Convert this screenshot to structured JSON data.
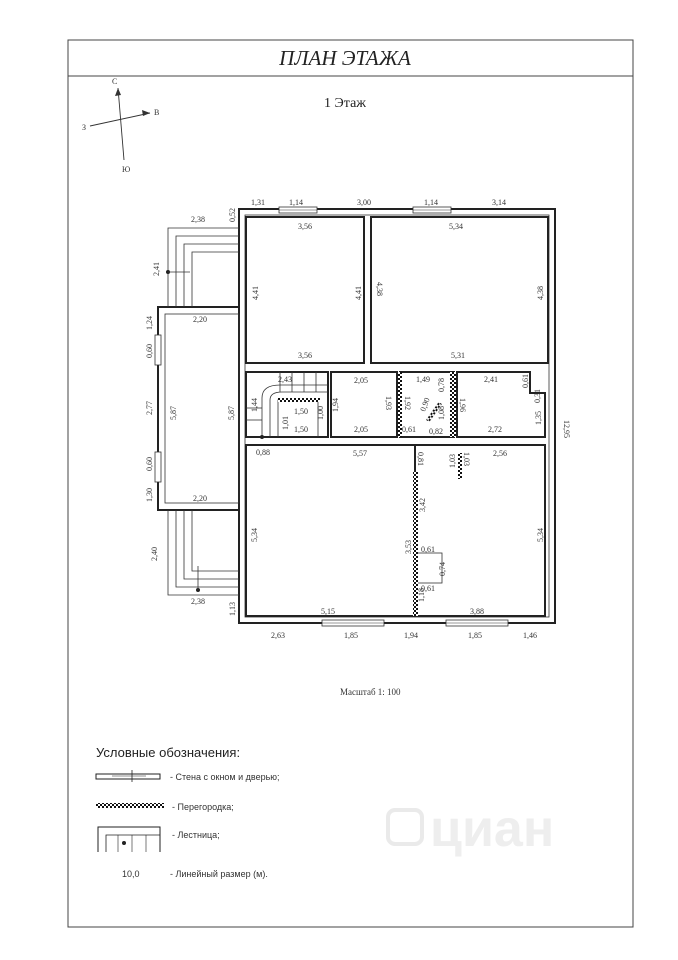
{
  "title": "ПЛАН ЭТАЖА",
  "floor": "1 Этаж",
  "compass": {
    "n": "С",
    "e": "В",
    "s": "Ю",
    "w": "З"
  },
  "scale": "Масштаб 1: 100",
  "legend": {
    "heading": "Условные обозначения:",
    "wall": "- Стена с окном и дверью;",
    "partition": "- Перегородка;",
    "stairs": "- Лестница;",
    "linear_sample": "10,0",
    "linear": "- Линейный размер (м)."
  },
  "watermark": "циан",
  "dims": {
    "top_1": "1,31",
    "top_2": "1,14",
    "top_3": "3,00",
    "top_4": "1,14",
    "top_5": "3,14",
    "r1_top": "3,56",
    "r1_left": "4,41",
    "r1_right": "4,41",
    "r1_bottom": "3,56",
    "r2_top": "5,34",
    "r2_left": "4,38",
    "r2_right": "4,38",
    "r2_bottom": "5,31",
    "porch_top_w": "2,38",
    "porch_top_gap": "0,52",
    "porch_top_h": "2,41",
    "ver_top": "2,20",
    "ver_bottom": "2,20",
    "ver_left": "5,87",
    "ver_right": "5,87",
    "side_1": "1,24",
    "side_2": "0,60",
    "side_3": "2,77",
    "side_4": "0,60",
    "side_5": "1,30",
    "side_6": "2,40",
    "porch_bot_w": "2,38",
    "st_1": "2,43",
    "st_2": "1,44",
    "st_3": "1,50",
    "st_4": "1,00",
    "st_5": "1,50",
    "st_6": "1,01",
    "mid_1": "2,05",
    "mid_2": "1,94",
    "mid_3": "2,05",
    "mid_4": "1,93",
    "bath_1": "1,49",
    "bath_2": "1,92",
    "bath_3": "0,90",
    "bath_4": "0,78",
    "bath_5": "0,61",
    "bath_6": "0,82",
    "bath_7": "1,08",
    "bath_8": "1,96",
    "sr_1": "2,41",
    "sr_2": "0,61",
    "sr_3": "0,31",
    "sr_4": "2,72",
    "sr_5": "1,35",
    "total_h": "12,95",
    "c_088": "0,88",
    "c_557": "5,57",
    "c_081": "0,81",
    "c_103a": "1,03",
    "c_103b": "1,03",
    "c_256": "2,56",
    "big_left": "5,34",
    "big_right": "5,34",
    "big_342": "3,42",
    "big_353": "3,53",
    "big_061a": "0,61",
    "big_074": "0,74",
    "big_061b": "0,61",
    "big_118": "1,18",
    "big_515": "5,15",
    "big_388": "3,88",
    "c_113": "1,13",
    "bot_1": "2,63",
    "bot_2": "1,85",
    "bot_3": "1,94",
    "bot_4": "1,85",
    "bot_5": "1,46"
  }
}
